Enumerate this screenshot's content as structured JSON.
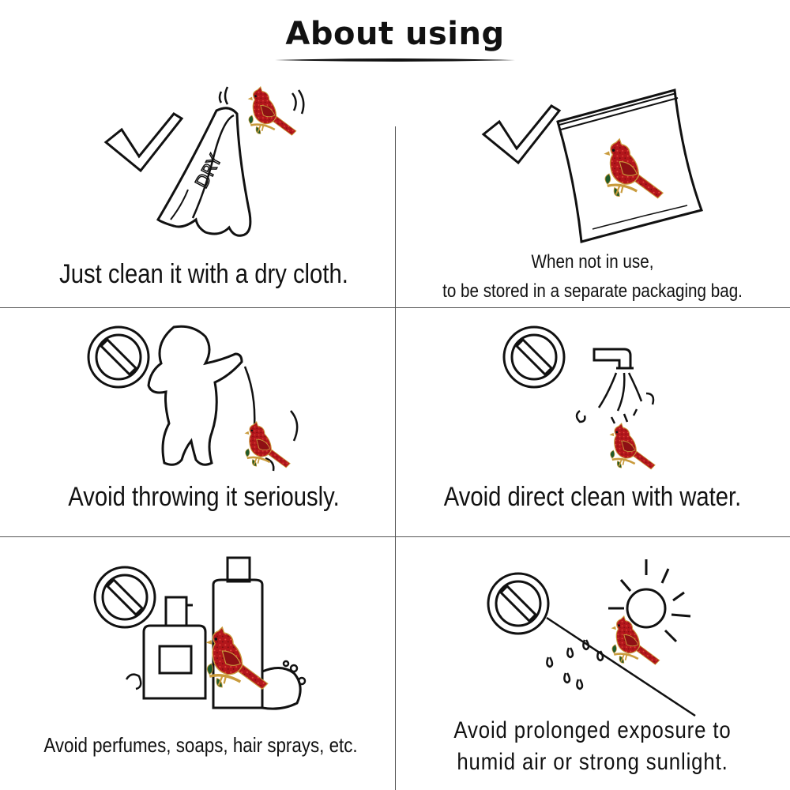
{
  "header": {
    "title": "About using"
  },
  "panels": {
    "dry_cloth": {
      "caption": "Just clean it with a dry cloth.",
      "cloth_text": "DRY",
      "icon": "check-icon"
    },
    "storage": {
      "caption_line1": "When not in use,",
      "caption_line2": "to be stored in a separate packaging bag.",
      "icon": "check-icon"
    },
    "throwing": {
      "caption": "Avoid throwing it seriously.",
      "icon": "prohibited-icon"
    },
    "water": {
      "caption": "Avoid direct clean with water.",
      "icon": "prohibited-icon"
    },
    "chemicals": {
      "caption": "Avoid perfumes, soaps, hair sprays, etc.",
      "icon": "prohibited-icon"
    },
    "sunlight": {
      "caption_line1": "Avoid prolonged exposure to",
      "caption_line2": "humid air or strong sunlight.",
      "icon": "prohibited-icon"
    }
  },
  "colors": {
    "line": "#111111",
    "bird_red": "#b3161b",
    "bird_gold": "#c99b3c",
    "leaf_green": "#1f5a2a",
    "divider": "#555555"
  }
}
